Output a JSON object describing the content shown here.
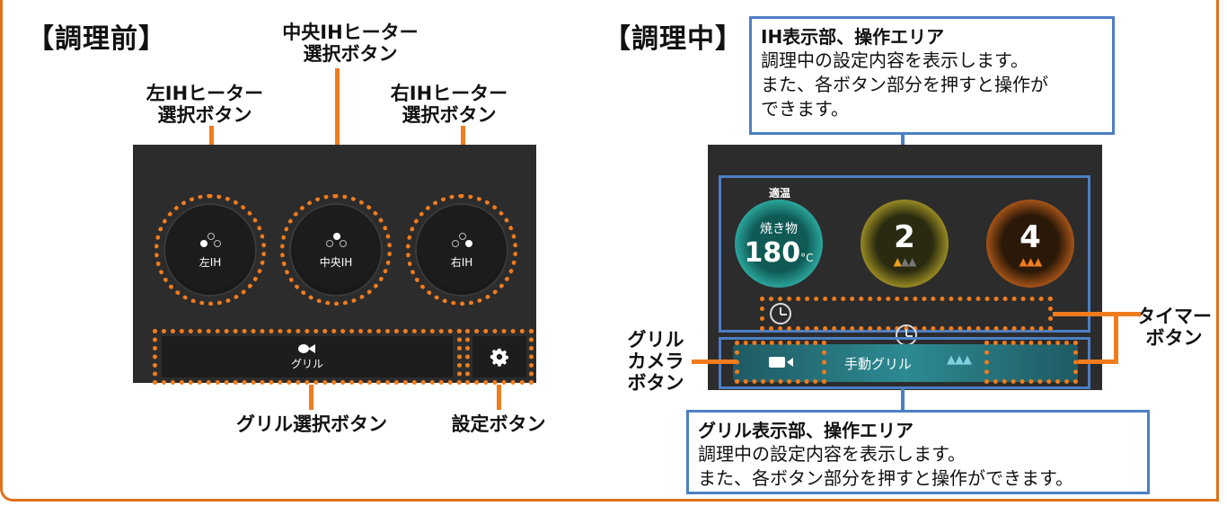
{
  "before": {
    "title": "【調理前】",
    "labels": {
      "left": [
        "左IHヒーター",
        "選択ボタン"
      ],
      "center": [
        "中央IHヒーター",
        "選択ボタン"
      ],
      "right": [
        "右IHヒーター",
        "選択ボタン"
      ],
      "grill": "グリル選択ボタン",
      "settings": "設定ボタン"
    },
    "knobs": {
      "left": "左IH",
      "center": "中央IH",
      "right": "右IH"
    },
    "grill_label": "グリル",
    "settings_icon": "gear-icon"
  },
  "during": {
    "title": "【調理中】",
    "ih_area": {
      "heading": "IH表示部、操作エリア",
      "lines": [
        "調理中の設定内容を表示します。",
        "また、各ボタン部分を押すと操作が",
        "できます。"
      ]
    },
    "burners": {
      "left": {
        "top": "適温",
        "mode": "焼き物",
        "temp": "180",
        "unit": "°C",
        "color": "#2fb3a8"
      },
      "center": {
        "level": "2",
        "color": "#b8a628"
      },
      "right": {
        "level": "4",
        "color": "#c9641c"
      }
    },
    "grill_mode": "手動グリル",
    "labels": {
      "camera": [
        "グリル",
        "カメラ",
        "ボタン"
      ],
      "timer": [
        "タイマー",
        "ボタン"
      ]
    },
    "grill_area": {
      "heading": "グリル表示部、操作エリア",
      "lines": [
        "調理中の設定内容を表示します。",
        "また、各ボタン部分を押すと操作ができます。"
      ]
    }
  },
  "colors": {
    "accent": "#f07c1e",
    "callout_border": "#4b7fc4",
    "panel": "#2c2c2c"
  }
}
